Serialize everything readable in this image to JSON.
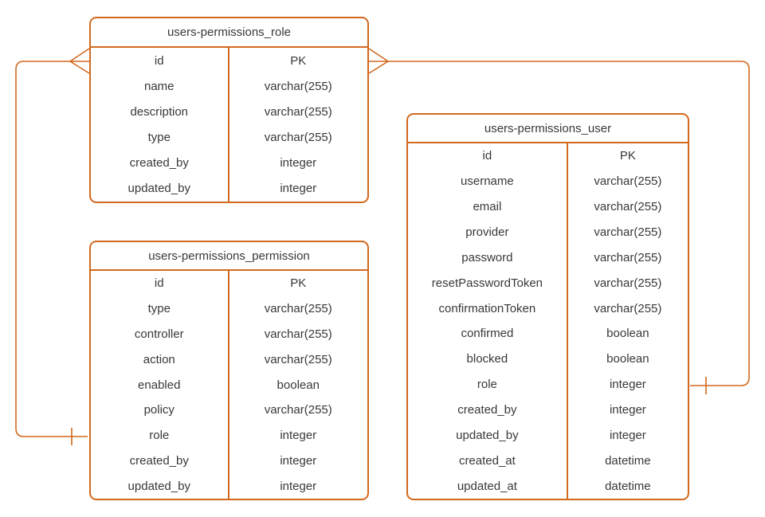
{
  "colors": {
    "stroke": "#D2691E",
    "text": "#383838",
    "background": "#FFFFFF"
  },
  "tables": [
    {
      "title": "users-permissions_role",
      "fields": [
        {
          "name": "id",
          "type": "PK"
        },
        {
          "name": "name",
          "type": "varchar(255)"
        },
        {
          "name": "description",
          "type": "varchar(255)"
        },
        {
          "name": "type",
          "type": "varchar(255)"
        },
        {
          "name": "created_by",
          "type": "integer"
        },
        {
          "name": "updated_by",
          "type": "integer"
        }
      ]
    },
    {
      "title": "users-permissions_permission",
      "fields": [
        {
          "name": "id",
          "type": "PK"
        },
        {
          "name": "type",
          "type": "varchar(255)"
        },
        {
          "name": "controller",
          "type": "varchar(255)"
        },
        {
          "name": "action",
          "type": "varchar(255)"
        },
        {
          "name": "enabled",
          "type": "boolean"
        },
        {
          "name": "policy",
          "type": "varchar(255)"
        },
        {
          "name": "role",
          "type": "integer"
        },
        {
          "name": "created_by",
          "type": "integer"
        },
        {
          "name": "updated_by",
          "type": "integer"
        }
      ]
    },
    {
      "title": "users-permissions_user",
      "fields": [
        {
          "name": "id",
          "type": "PK"
        },
        {
          "name": "username",
          "type": "varchar(255)"
        },
        {
          "name": "email",
          "type": "varchar(255)"
        },
        {
          "name": "provider",
          "type": "varchar(255)"
        },
        {
          "name": "password",
          "type": "varchar(255)"
        },
        {
          "name": "resetPasswordToken",
          "type": "varchar(255)"
        },
        {
          "name": "confirmationToken",
          "type": "varchar(255)"
        },
        {
          "name": "confirmed",
          "type": "boolean"
        },
        {
          "name": "blocked",
          "type": "boolean"
        },
        {
          "name": "role",
          "type": "integer"
        },
        {
          "name": "created_by",
          "type": "integer"
        },
        {
          "name": "updated_by",
          "type": "integer"
        },
        {
          "name": "created_at",
          "type": "datetime"
        },
        {
          "name": "updated_at",
          "type": "datetime"
        }
      ]
    }
  ],
  "relationships": [
    {
      "from_table": "users-permissions_role",
      "from_field": "id",
      "from_end": "many",
      "to_table": "users-permissions_permission",
      "to_field": "role",
      "to_end": "one"
    },
    {
      "from_table": "users-permissions_role",
      "from_field": "id",
      "from_end": "many",
      "to_table": "users-permissions_user",
      "to_field": "role",
      "to_end": "one"
    }
  ]
}
